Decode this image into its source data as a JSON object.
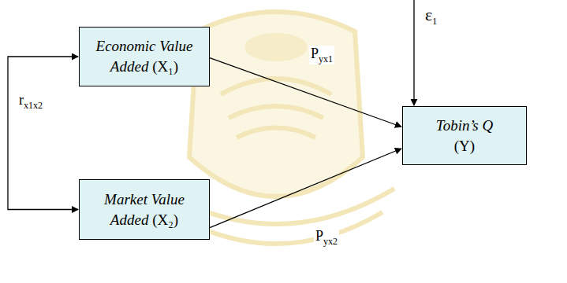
{
  "diagram": {
    "nodes": [
      {
        "text": [
          "Economic Value Added (X₁)"
        ]
      },
      {
        "text": [
          "Market Value Added (X₂)"
        ]
      },
      {
        "text": [
          "Tobin’s Q (Y)"
        ]
      }
    ],
    "edges": [
      {
        "from": 0,
        "to": 2,
        "arrow": "to",
        "label": "Pyx1"
      },
      {
        "from": 1,
        "to": 2,
        "arrow": "to",
        "label": "Pyx2"
      },
      {
        "from": 0,
        "to": 1,
        "arrow": "both",
        "label": "rx1x2"
      }
    ],
    "labels": [
      "ε1"
    ]
  }
}
